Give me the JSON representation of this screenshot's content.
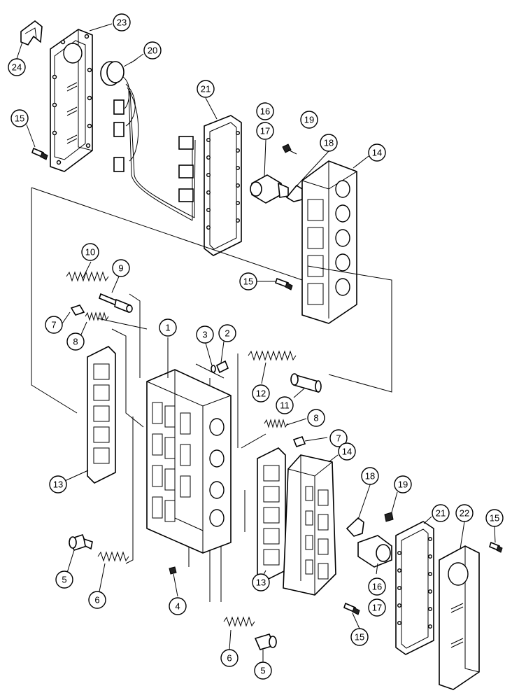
{
  "callouts": {
    "c1": "1",
    "c2": "2",
    "c3": "3",
    "c4": "4",
    "c5a": "5",
    "c5b": "5",
    "c6a": "6",
    "c6b": "6",
    "c7a": "7",
    "c7b": "7",
    "c8a": "8",
    "c8b": "8",
    "c9": "9",
    "c10": "10",
    "c11": "11",
    "c12": "12",
    "c13a": "13",
    "c13b": "13",
    "c14a": "14",
    "c14b": "14",
    "c15a": "15",
    "c15b": "15",
    "c15c": "15",
    "c15d": "15",
    "c16a": "16",
    "c16b": "16",
    "c17a": "17",
    "c17b": "17",
    "c18a": "18",
    "c18b": "18",
    "c19a": "19",
    "c19b": "19",
    "c20": "20",
    "c21a": "21",
    "c21b": "21",
    "c22": "22",
    "c23": "23",
    "c24": "24"
  }
}
